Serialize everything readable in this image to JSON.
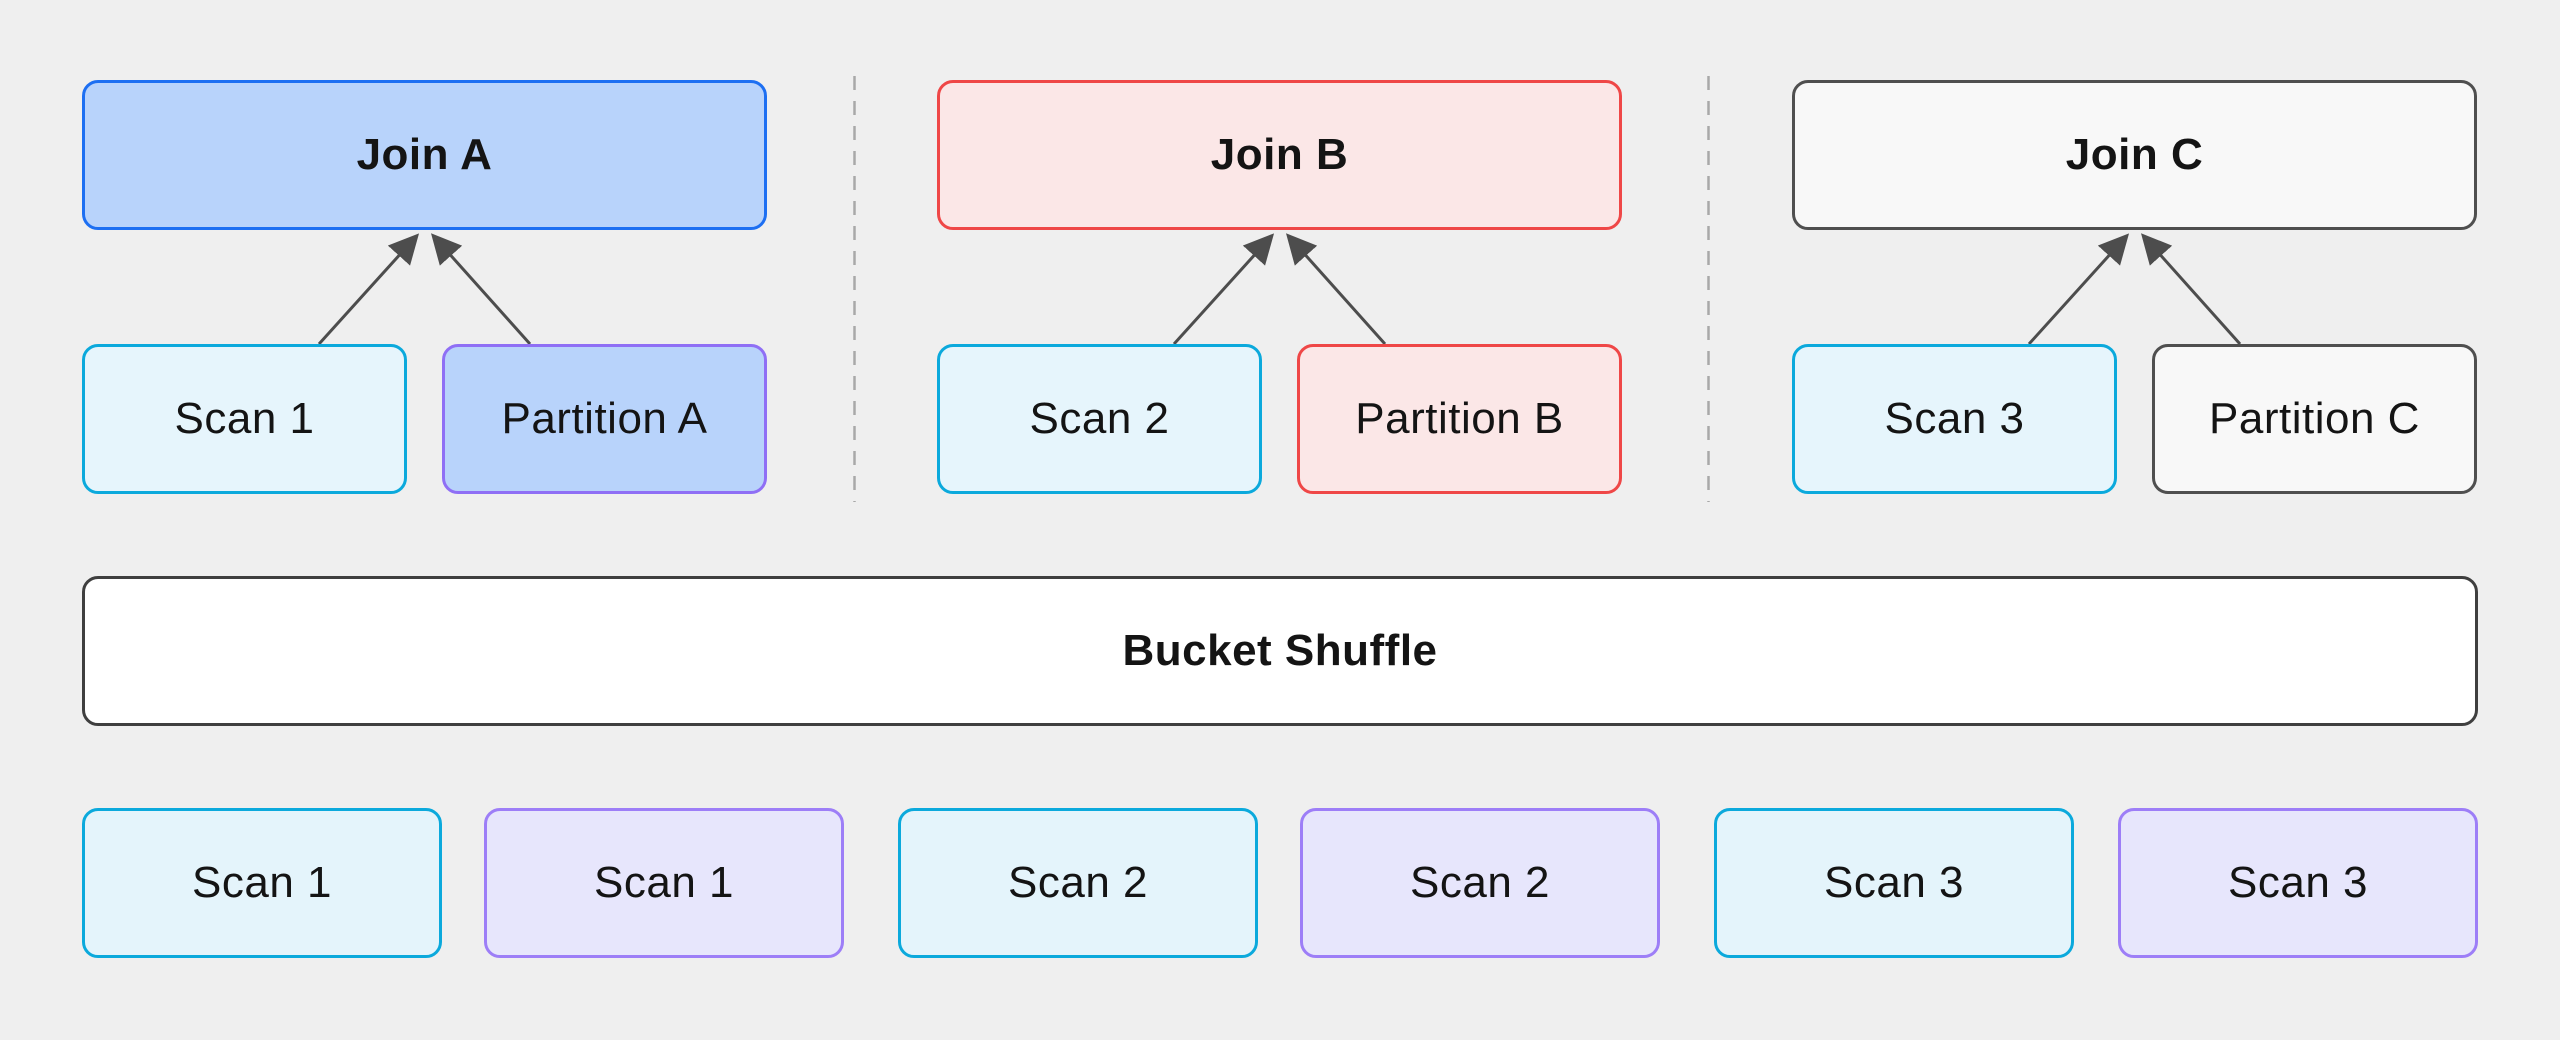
{
  "diagram": {
    "background_color": "#efefef",
    "arrow_color": "#4d4d4d",
    "divider_color": "#a8a8a8",
    "text_color": "#141414",
    "sections": [
      {
        "join": {
          "label": "Join A",
          "fill": "#b8d3fb",
          "border": "#1d6ff2"
        },
        "left": {
          "label": "Scan 1",
          "fill": "#e6f5fc",
          "border": "#0ba9dc"
        },
        "right": {
          "label": "Partition A",
          "fill": "#b8d3fb",
          "border": "#8f6ff5"
        }
      },
      {
        "join": {
          "label": "Join B",
          "fill": "#fbe7e7",
          "border": "#ef4747"
        },
        "left": {
          "label": "Scan 2",
          "fill": "#e6f5fc",
          "border": "#0ba9dc"
        },
        "right": {
          "label": "Partition B",
          "fill": "#fbe7e7",
          "border": "#ef4747"
        }
      },
      {
        "join": {
          "label": "Join C",
          "fill": "#f8f8f8",
          "border": "#4f4f4f"
        },
        "left": {
          "label": "Scan 3",
          "fill": "#e6f5fc",
          "border": "#0ba9dc"
        },
        "right": {
          "label": "Partition C",
          "fill": "#f8f8f8",
          "border": "#4f4f4f"
        }
      }
    ],
    "shuffle": {
      "label": "Bucket Shuffle",
      "fill": "#ffffff",
      "border": "#3f3f3f"
    },
    "bottom_row": [
      {
        "label": "Scan 1",
        "fill": "#e4f4fb",
        "border": "#0ba9dc"
      },
      {
        "label": "Scan 1",
        "fill": "#e7e6fc",
        "border": "#9d7ef7"
      },
      {
        "label": "Scan 2",
        "fill": "#e4f4fb",
        "border": "#0ba9dc"
      },
      {
        "label": "Scan 2",
        "fill": "#e7e6fc",
        "border": "#9d7ef7"
      },
      {
        "label": "Scan 3",
        "fill": "#e4f4fb",
        "border": "#0ba9dc"
      },
      {
        "label": "Scan 3",
        "fill": "#e7e6fc",
        "border": "#9d7ef7"
      }
    ]
  }
}
